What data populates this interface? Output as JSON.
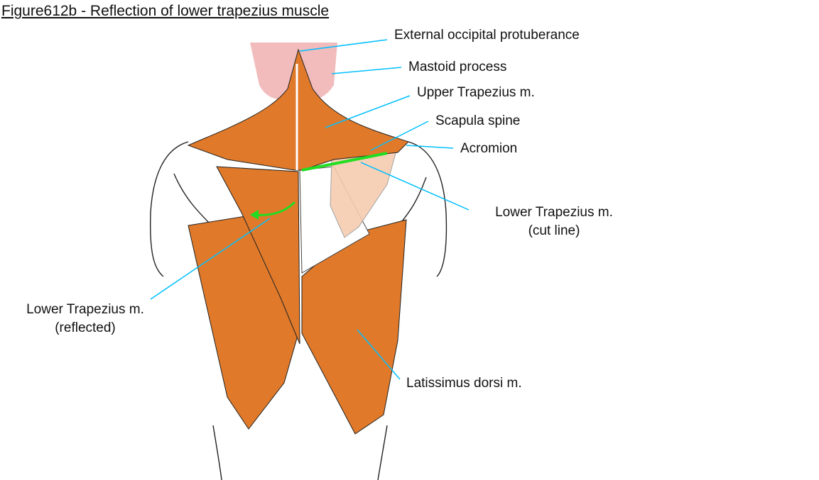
{
  "title": "Figure612b - Reflection of lower trapezius muscle",
  "labels": {
    "occipital": "External occipital protuberance",
    "mastoid": "Mastoid process",
    "upper_trap": "Upper Trapezius m.",
    "scapula_spine": "Scapula spine",
    "acromion": "Acromion",
    "lower_trap_cut_1": "Lower Trapezius m.",
    "lower_trap_cut_2": "(cut line)",
    "lower_trap_refl_1": "Lower Trapezius m.",
    "lower_trap_refl_2": "(reflected)",
    "latissimus": "Latissimus dorsi m."
  },
  "colors": {
    "muscle": "#e07a2a",
    "head": "#f2bcbc",
    "scapula": "#f6cdb0",
    "pointer": "#00bfff",
    "cut_line": "#22dd22"
  }
}
